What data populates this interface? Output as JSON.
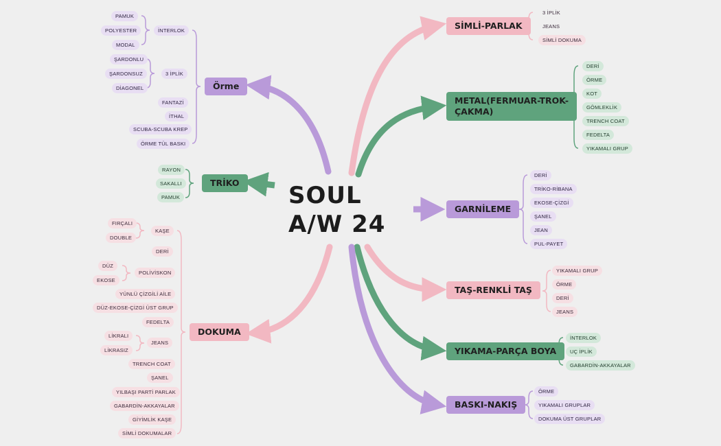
{
  "center": {
    "line1": "SOUL",
    "line2": "A/W 24"
  },
  "colors": {
    "pink": "#f2b8c2",
    "green": "#5fa37d",
    "purple": "#b99ad9",
    "background": "#efefef"
  },
  "right": {
    "simli": {
      "label": "SİMLİ-PARLAK",
      "items": [
        "3 İPLİK",
        "JEANS",
        "SİMLİ DOKUMA"
      ]
    },
    "metal": {
      "label_line1": "METAL(FERMUAR-TROK-",
      "label_line2": "ÇAKMA)",
      "items": [
        "DERİ",
        "ÖRME",
        "KOT",
        "GÖMLEKLİK",
        "TRENCH COAT",
        "FEDELTA",
        "YIKAMALI GRUP"
      ]
    },
    "garnileme": {
      "label": "GARNİLEME",
      "items": [
        "DERİ",
        "TRİKO-RİBANA",
        "EKOSE-ÇİZGİ",
        "ŞANEL",
        "JEAN",
        "PUL-PAYET"
      ]
    },
    "tas": {
      "label": "TAŞ-RENKLİ TAŞ",
      "items": [
        "YIKAMALI GRUP",
        "ÖRME",
        "DERİ",
        "JEANS"
      ]
    },
    "yikama": {
      "label": "YIKAMA-PARÇA BOYA",
      "items": [
        "İNTERLOK",
        "UÇ İPLİK",
        "GABARDİN-AKKAYALAR"
      ]
    },
    "baski": {
      "label": "BASKI-NAKIŞ",
      "items": [
        "ÖRME",
        "YIKAMALI GRUPLAR",
        "DOKUMA ÜST GRUPLAR"
      ]
    }
  },
  "left": {
    "orme": {
      "label": "Örme",
      "interlok": {
        "label": "İNTERLOK",
        "items": [
          "PAMUK",
          "POLYESTER",
          "MODAL"
        ]
      },
      "uc_iplik": {
        "label": "3 İPLİK",
        "items": [
          "ŞARDONLU",
          "ŞARDONSUZ",
          "DİAGONEL"
        ]
      },
      "items": [
        "FANTAZİ",
        "İTHAL",
        "SCUBA-SCUBA KREP",
        "ÖRME TÜL BASKI"
      ]
    },
    "triko": {
      "label": "TRİKO",
      "items": [
        "RAYON",
        "SAKALLI",
        "PAMUK"
      ]
    },
    "dokuma": {
      "label": "DOKUMA",
      "kase": {
        "label": "KAŞE",
        "items": [
          "FIRÇALI",
          "DOUBLE"
        ]
      },
      "deri": "DERİ",
      "poliviskon": {
        "label": "POLİVİSKON",
        "items": [
          "DÜZ",
          "EKOSE"
        ]
      },
      "yunlu": "YÜNLÜ ÇİZGİLİ AİLE",
      "duz_ekose": "DÜZ-EKOSE-ÇİZGİ ÜST GRUP",
      "fedelta": "FEDELTA",
      "jeans": {
        "label": "JEANS",
        "items": [
          "LİKRALI",
          "LİKRASIZ"
        ]
      },
      "items": [
        "TRENCH COAT",
        "ŞANEL",
        "YILBAŞI PARTİ PARLAK",
        "GABARDİN-AKKAYALAR",
        "GİYİMLİK KAŞE",
        "SİMLİ DOKUMALAR"
      ]
    }
  }
}
